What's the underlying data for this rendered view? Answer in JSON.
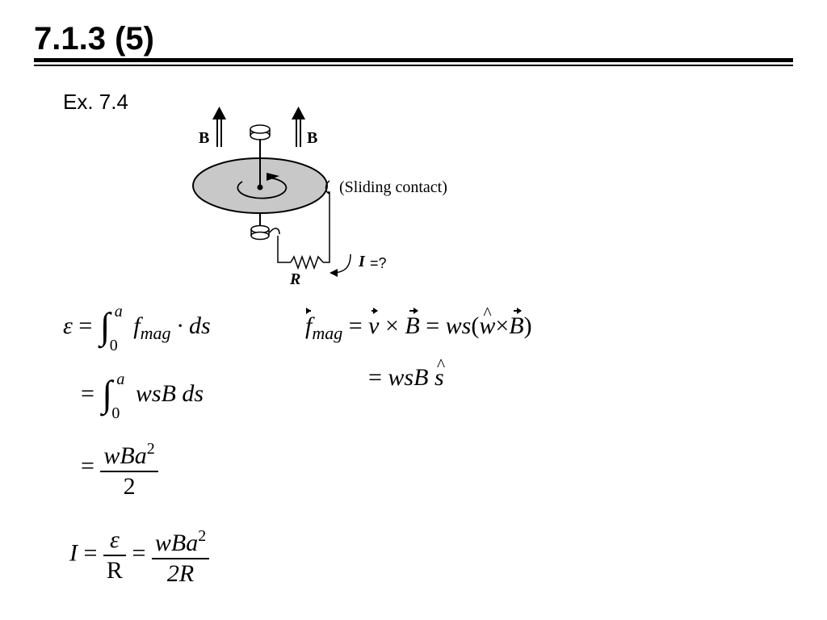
{
  "slide": {
    "title": "7.1.3 (5)",
    "example_label": "Ex. 7.4"
  },
  "figure": {
    "field_label_left": "B",
    "field_label_right": "B",
    "sliding_contact_label": "(Sliding contact)",
    "current_label": "I",
    "current_unknown": "=?",
    "resistor_label": "R"
  },
  "equations": {
    "emf_symbol": "ε",
    "equals": "=",
    "int_upper": "a",
    "int_lower": "0",
    "f": "f",
    "mag_sub": "mag",
    "dot_ds": "· ds",
    "wsB_ds": "wsB ds",
    "wBa": "wBa",
    "exp2": "2",
    "two": "2",
    "I": "I",
    "R_roman": "R",
    "two_R": "2R",
    "v": "v",
    "cross": "×",
    "B": "B",
    "ws": "ws",
    "open_paren": "(",
    "close_paren": ")",
    "w": "w",
    "wsB": "wsB",
    "s": "s"
  }
}
